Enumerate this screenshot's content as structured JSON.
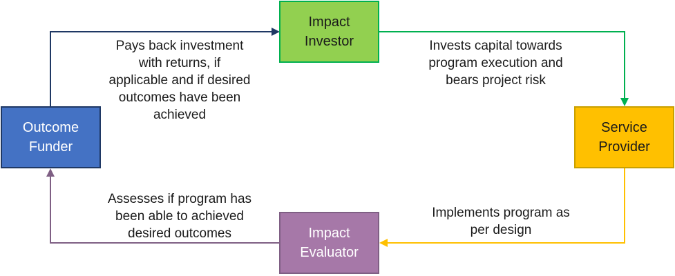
{
  "nodes": {
    "impact_investor": "Impact\nInvestor",
    "outcome_funder": "Outcome\nFunder",
    "service_provider": "Service\nProvider",
    "impact_evaluator": "Impact\nEvaluator"
  },
  "edges": {
    "funder_to_investor": "Pays back investment\nwith returns, if\napplicable and if desired\noutcomes have been\nachieved",
    "investor_to_provider": "Invests capital towards\nprogram execution and\nbears project risk",
    "provider_to_evaluator": "Implements program as\nper design",
    "evaluator_to_funder": "Assesses if program has\nbeen able to achieved\ndesired outcomes"
  },
  "colors": {
    "investor_fill": "#92d050",
    "investor_line": "#00b050",
    "funder_fill": "#4472c4",
    "funder_line": "#1f3864",
    "provider_fill": "#ffc000",
    "provider_line": "#ffc000",
    "evaluator_fill": "#a678a8",
    "evaluator_line": "#7f5f84"
  }
}
